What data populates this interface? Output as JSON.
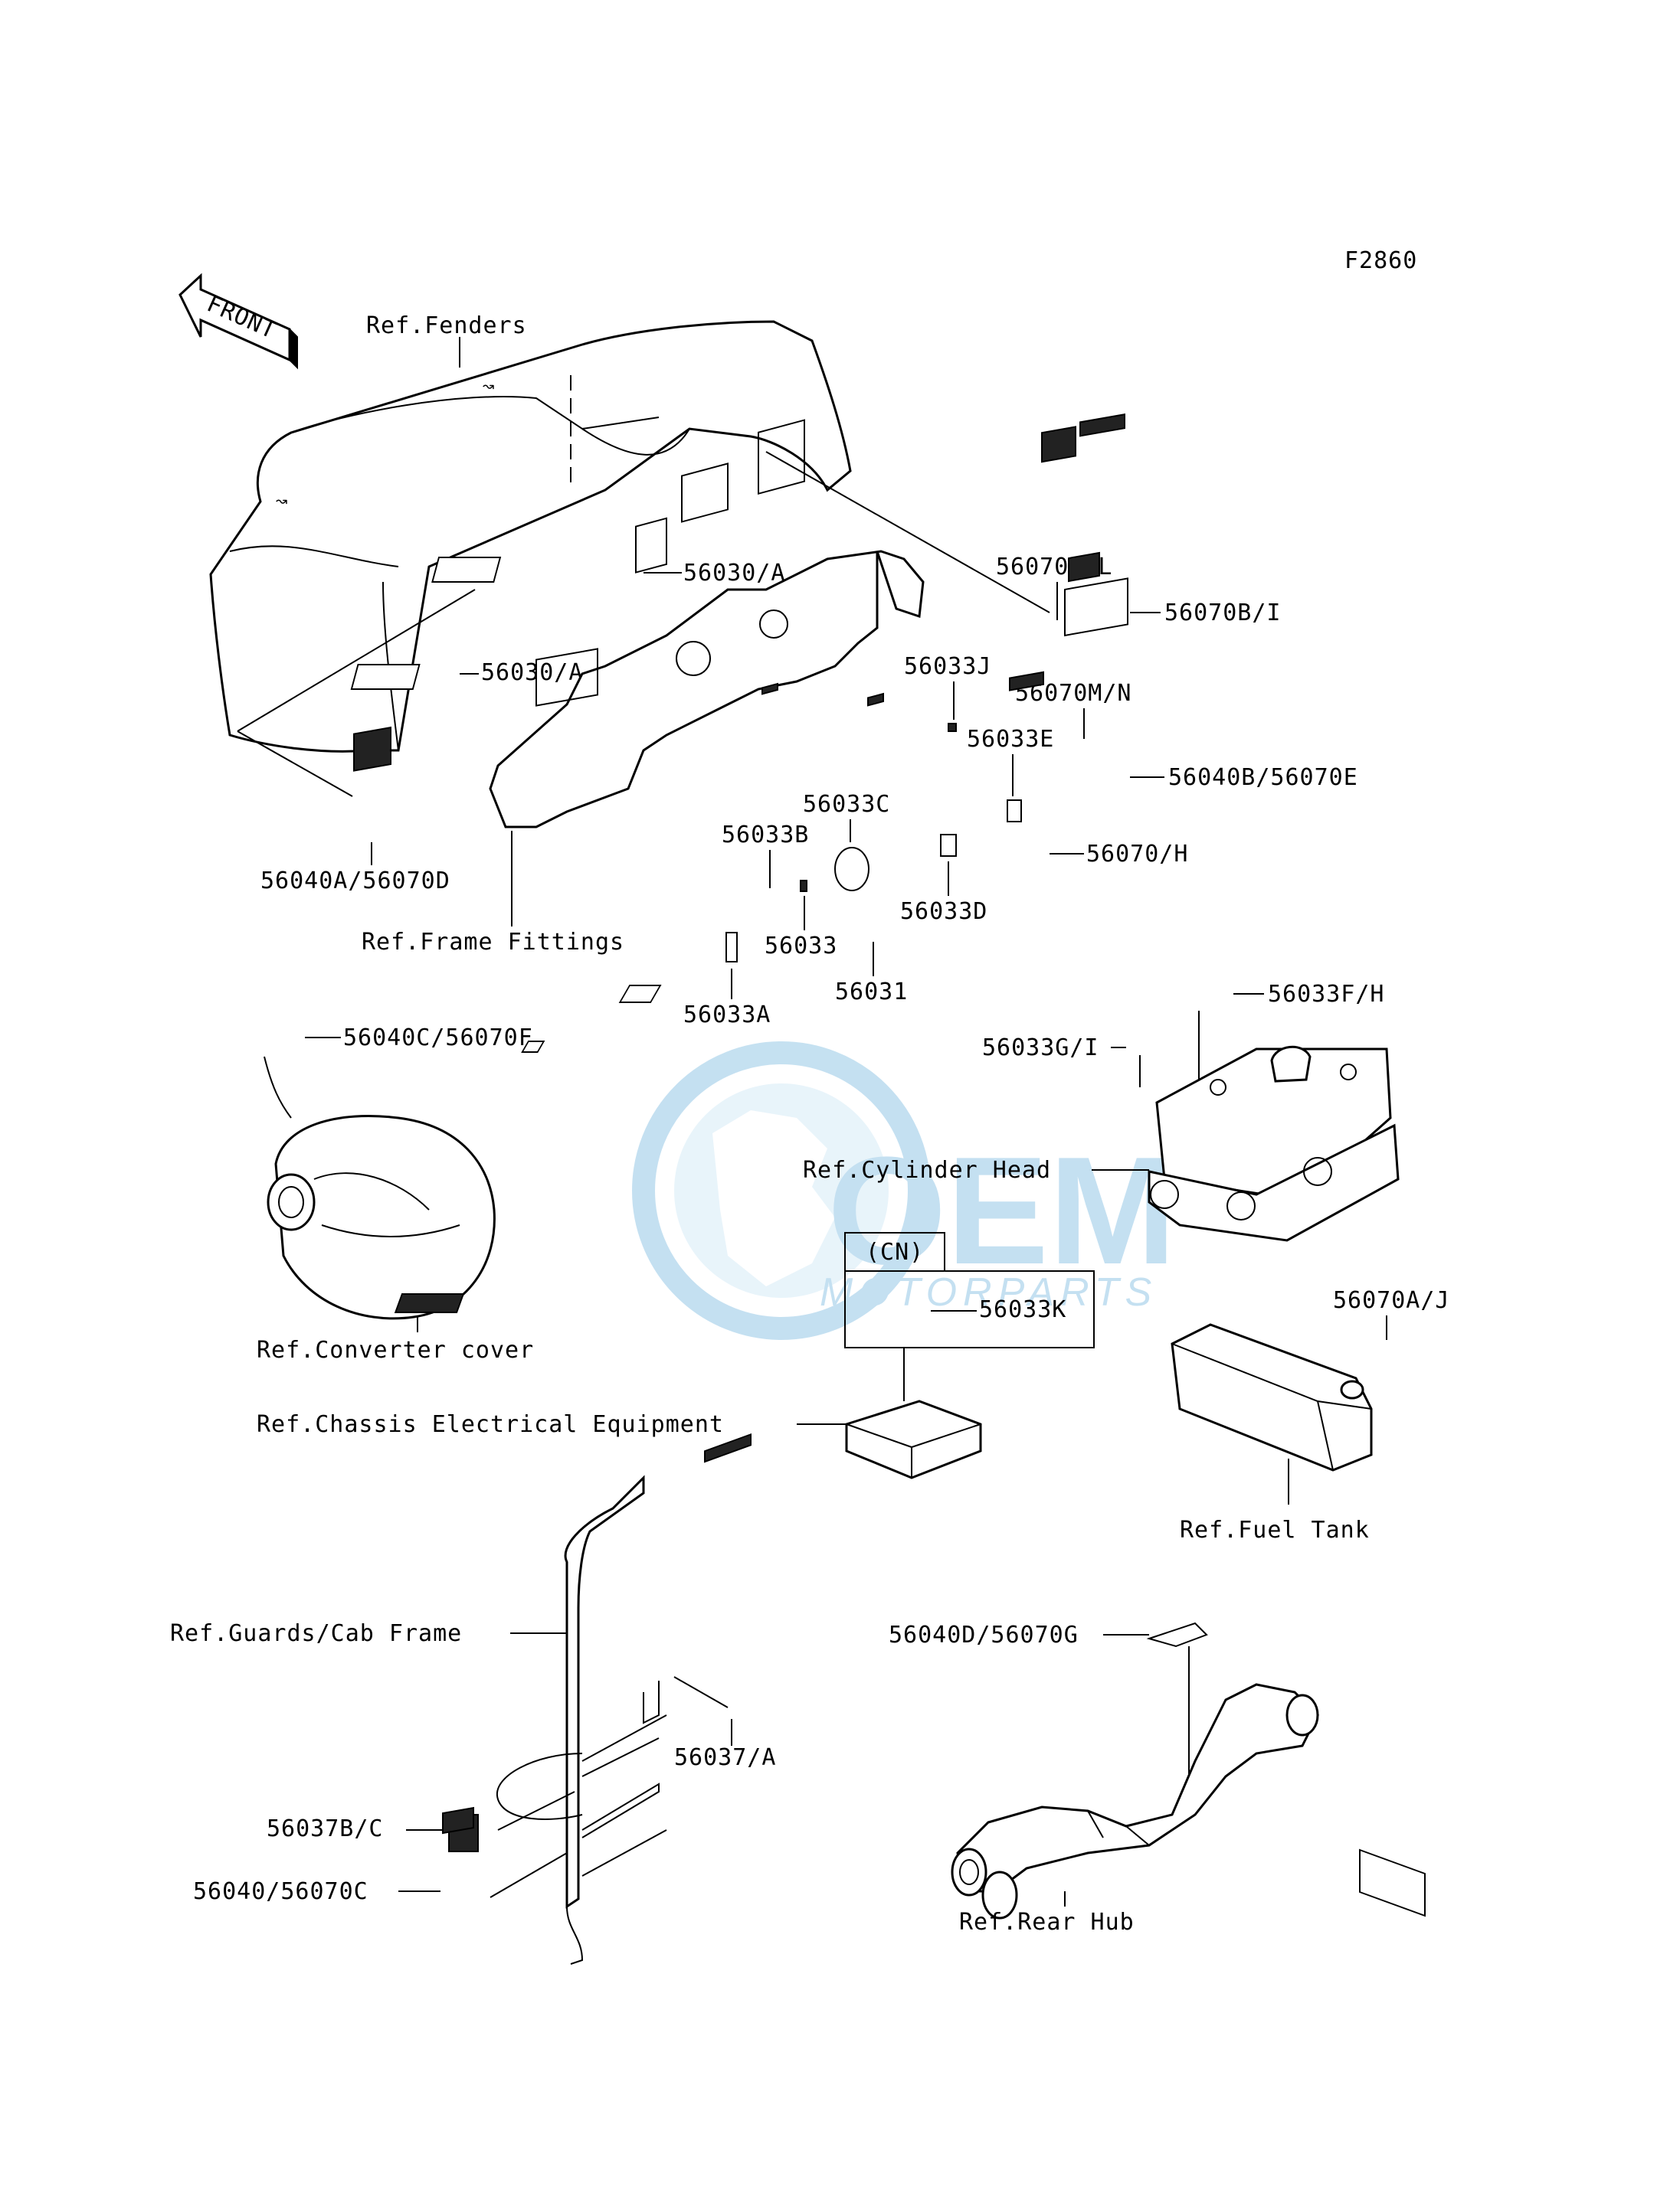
{
  "diagram_code": "F2860",
  "front_arrow_text": "FRONT",
  "watermark": {
    "brand": "OEM",
    "subtitle": "MOTORPARTS",
    "color": "#5aa8d8"
  },
  "refs": {
    "fenders": "Ref.Fenders",
    "frame_fittings": "Ref.Frame Fittings",
    "converter_cover": "Ref.Converter cover",
    "cylinder_head": "Ref.Cylinder Head",
    "chassis_electrical": "Ref.Chassis Electrical Equipment",
    "fuel_tank": "Ref.Fuel Tank",
    "guards_cab_frame": "Ref.Guards/Cab Frame",
    "rear_hub": "Ref.Rear Hub"
  },
  "cn_box_label": "(CN)",
  "parts": {
    "p56030a_top": "56030/A",
    "p56030a_left": "56030/A",
    "p56070kl": "56070K/L",
    "p56070bi": "56070B/I",
    "p56033j": "56033J",
    "p56070mn": "56070M/N",
    "p56033e": "56033E",
    "p56040b_56070e": "56040B/56070E",
    "p56033c": "56033C",
    "p56033b": "56033B",
    "p56070h": "56070/H",
    "p56040a_56070d": "56040A/56070D",
    "p56033": "56033",
    "p56033d": "56033D",
    "p56031": "56031",
    "p56033a": "56033A",
    "p56033fh": "56033F/H",
    "p56040c_56070f": "56040C/56070F",
    "p56033gi": "56033G/I",
    "p56033k": "56033K",
    "p56070aj": "56070A/J",
    "p56040d_56070g": "56040D/56070G",
    "p56037a": "56037/A",
    "p56037bc": "56037B/C",
    "p56040_56070c": "56040/56070C"
  }
}
